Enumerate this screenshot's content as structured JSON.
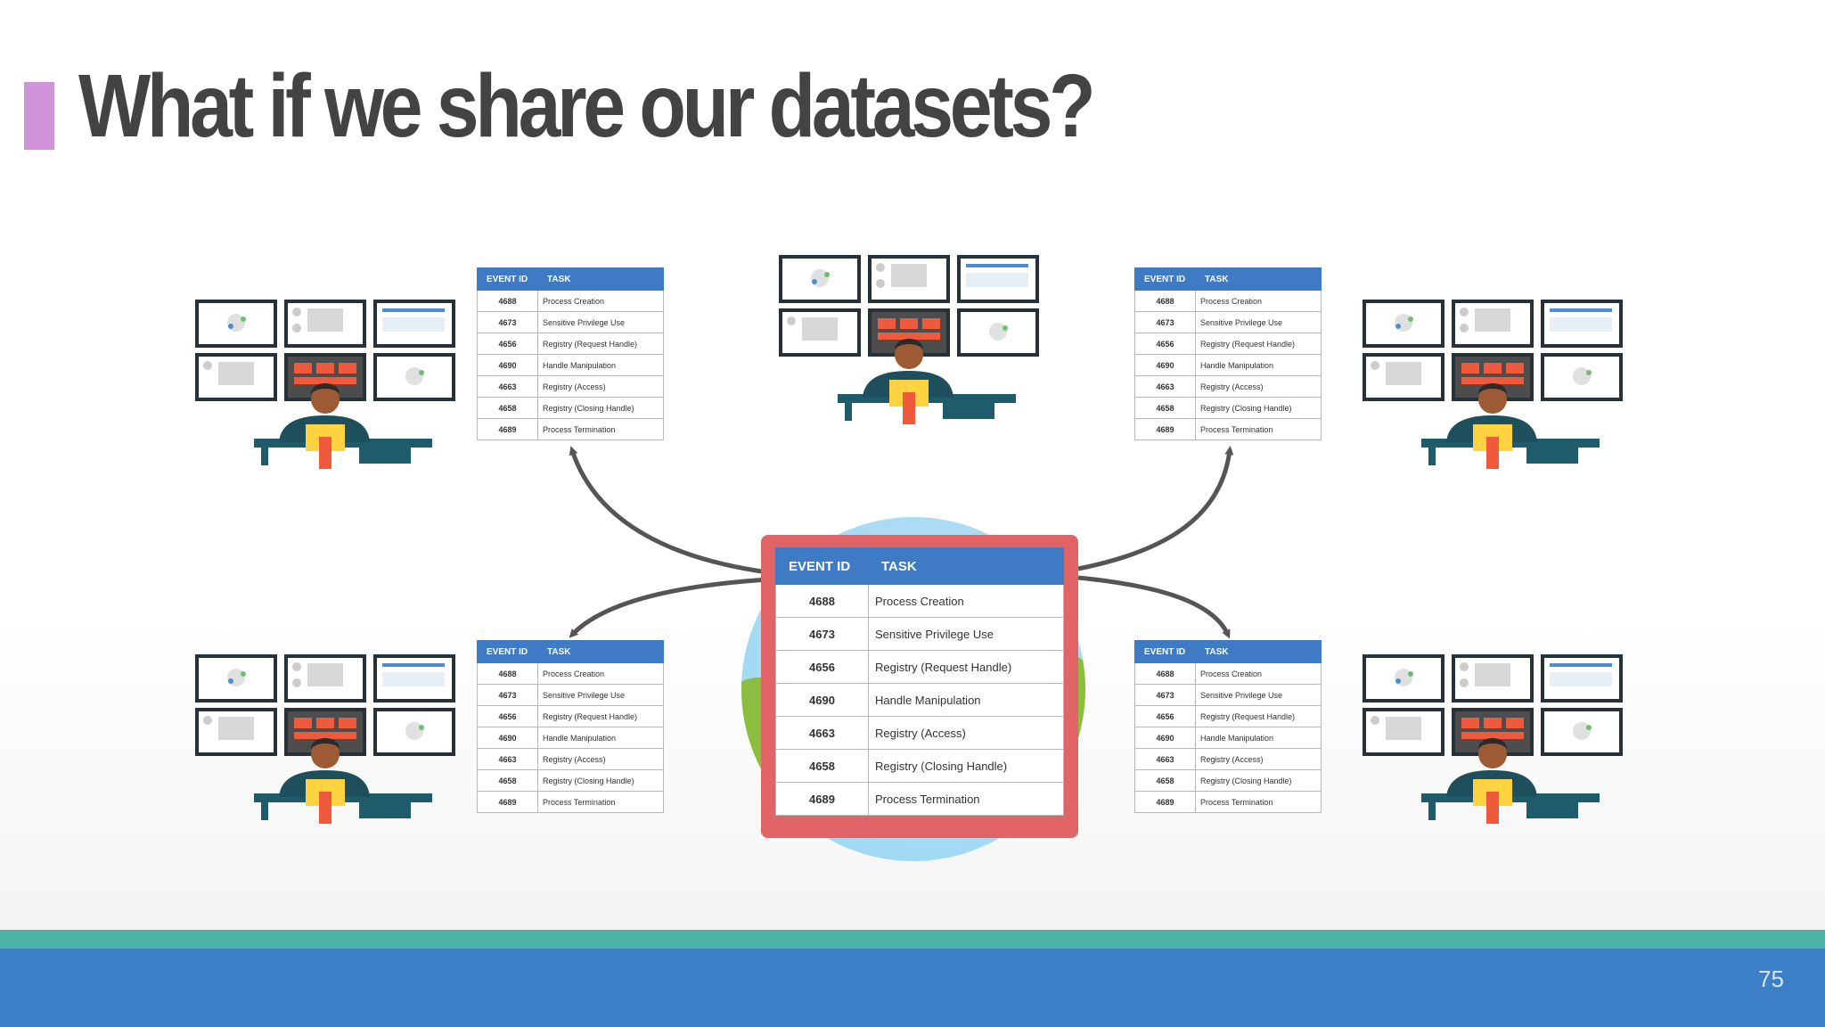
{
  "slide": {
    "title": "What if we share our datasets?",
    "page_number": "75"
  },
  "dataset": {
    "headers": {
      "event_id": "EVENT ID",
      "task": "TASK"
    },
    "rows": [
      {
        "id": "4688",
        "task": "Process Creation"
      },
      {
        "id": "4673",
        "task": "Sensitive Privilege Use"
      },
      {
        "id": "4656",
        "task": "Registry (Request Handle)"
      },
      {
        "id": "4690",
        "task": "Handle Manipulation"
      },
      {
        "id": "4663",
        "task": "Registry (Access)"
      },
      {
        "id": "4658",
        "task": "Registry (Closing Handle)"
      },
      {
        "id": "4689",
        "task": "Process Termination"
      }
    ]
  },
  "colors": {
    "title_accent": "#cf93d9",
    "table_header": "#3f7bc5",
    "central_frame": "#e06366",
    "footer_teal": "#4db3a7",
    "footer_blue": "#3d7fc6",
    "arrow": "#555555"
  }
}
